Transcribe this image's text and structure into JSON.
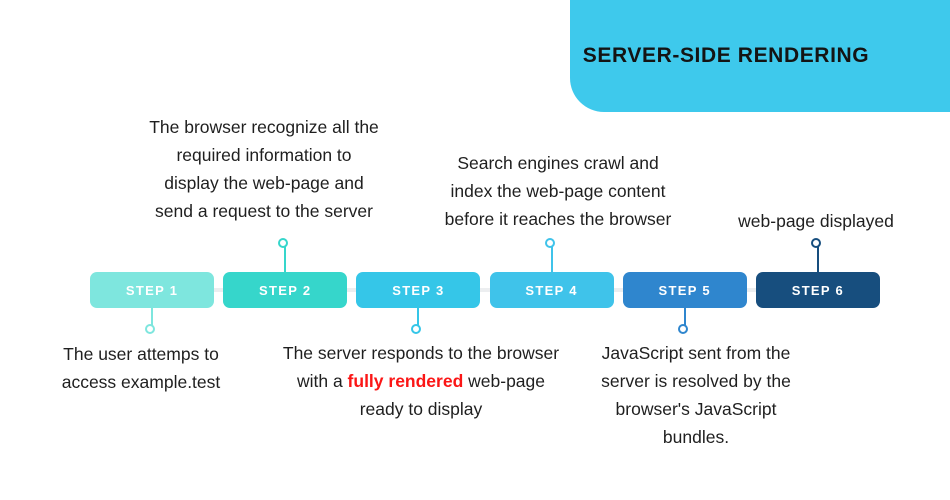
{
  "banner": {
    "title": "SERVER-SIDE RENDERING",
    "color": "#3ec9ec"
  },
  "colors": {
    "rail": "#eceef0",
    "highlight": "#fb1616",
    "text": "#1f1f1f"
  },
  "steps": [
    {
      "label": "STEP 1",
      "color": "#7ee6de",
      "caption_lines": [
        "The user attemps to",
        "access example.test"
      ],
      "connector": "down"
    },
    {
      "label": "STEP 2",
      "color": "#36d6cb",
      "caption_lines": [
        "The browser recognize all the",
        "required information to",
        "display the web-page and",
        "send a request to the server"
      ],
      "connector": "up"
    },
    {
      "label": "STEP 3",
      "color": "#35c6e8",
      "caption_pre": "The server responds to the browser with a ",
      "caption_highlight": "fully rendered",
      "caption_post": " web-page ready to display",
      "connector": "down"
    },
    {
      "label": "STEP 4",
      "color": "#3fc3ea",
      "caption_lines": [
        "Search engines crawl and",
        "index the web-page content",
        "before it reaches the browser"
      ],
      "connector": "up"
    },
    {
      "label": "STEP 5",
      "color": "#2f86ce",
      "caption_lines": [
        "JavaScript sent from the",
        "server is resolved by the",
        "browser's JavaScript",
        "bundles."
      ],
      "connector": "down"
    },
    {
      "label": "STEP 6",
      "color": "#174e7e",
      "caption_lines": [
        "web-page displayed"
      ],
      "connector": "up"
    }
  ]
}
